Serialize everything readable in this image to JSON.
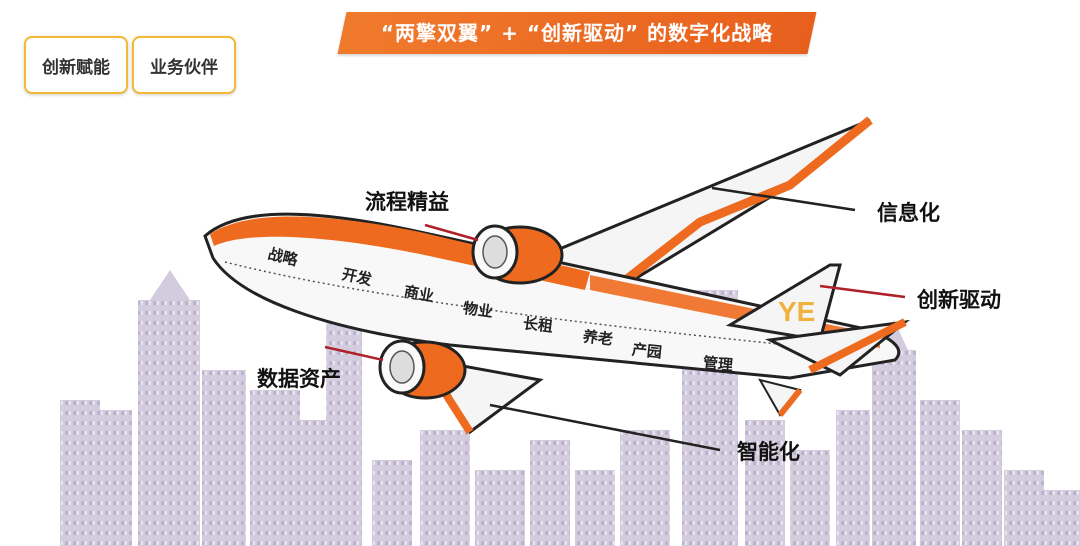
{
  "header": {
    "title": "“两擎双翼” + “创新驱动” 的数字化战略"
  },
  "buttons": [
    {
      "label": "创新赋能"
    },
    {
      "label": "业务伙伴"
    }
  ],
  "callouts": {
    "lean": "流程精益",
    "informatization": "信息化",
    "innovation": "创新驱动",
    "data_assets": "数据资产",
    "intelligent": "智能化"
  },
  "fuselage_segments": [
    "战略",
    "开发",
    "商业",
    "物业",
    "长租",
    "养老",
    "产园",
    "管理"
  ],
  "tail_logo": "YE",
  "colors": {
    "accent": "#ee6a1f",
    "button_border": "#f3b935",
    "city": "#c9c2d6"
  }
}
